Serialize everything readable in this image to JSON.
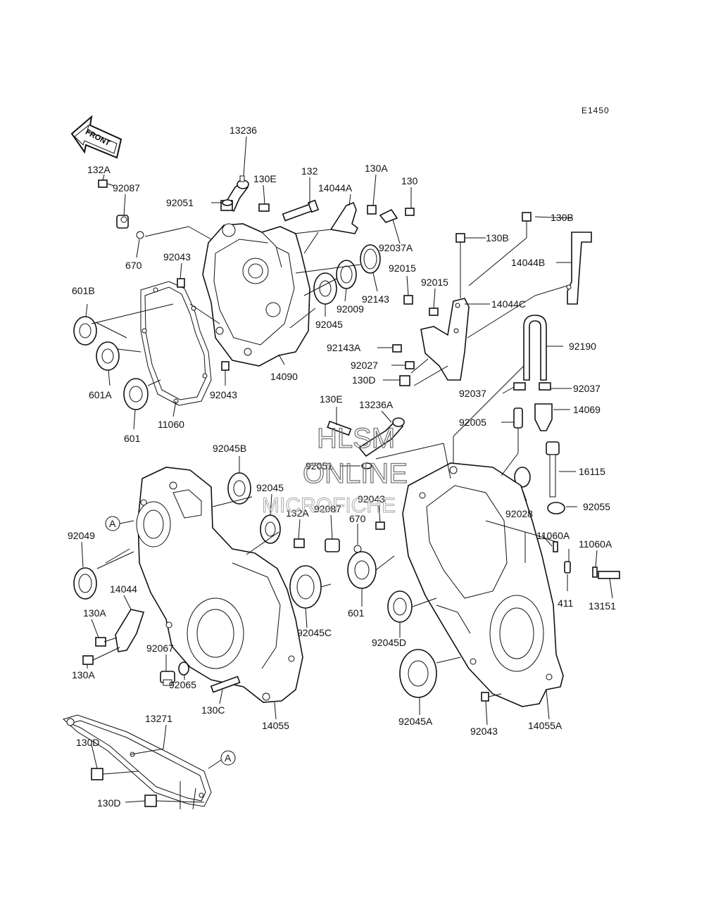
{
  "diagram": {
    "code": "E1450",
    "front": "FRONT",
    "marker": "A",
    "watermark": [
      "HLSM",
      "ONLINE",
      "MICROFICHE"
    ],
    "labels": [
      {
        "id": "13236",
        "text": "13236"
      },
      {
        "id": "132A_top",
        "text": "132A"
      },
      {
        "id": "92087_top",
        "text": "92087"
      },
      {
        "id": "130E_top",
        "text": "130E"
      },
      {
        "id": "132",
        "text": "132"
      },
      {
        "id": "130A_top",
        "text": "130A"
      },
      {
        "id": "130",
        "text": "130"
      },
      {
        "id": "14044A",
        "text": "14044A"
      },
      {
        "id": "92051_top",
        "text": "92051"
      },
      {
        "id": "92037A",
        "text": "92037A"
      },
      {
        "id": "670_top",
        "text": "670"
      },
      {
        "id": "92043_a",
        "text": "92043"
      },
      {
        "id": "92015_a",
        "text": "92015"
      },
      {
        "id": "92015_b",
        "text": "92015"
      },
      {
        "id": "92143",
        "text": "92143"
      },
      {
        "id": "92009",
        "text": "92009"
      },
      {
        "id": "601B",
        "text": "601B"
      },
      {
        "id": "92045_top",
        "text": "92045"
      },
      {
        "id": "601A",
        "text": "601A"
      },
      {
        "id": "14090",
        "text": "14090"
      },
      {
        "id": "92043_b",
        "text": "92043"
      },
      {
        "id": "601_top",
        "text": "601"
      },
      {
        "id": "11060",
        "text": "11060"
      },
      {
        "id": "130B_a",
        "text": "130B"
      },
      {
        "id": "130B_b",
        "text": "130B"
      },
      {
        "id": "14044B",
        "text": "14044B"
      },
      {
        "id": "14044C",
        "text": "14044C"
      },
      {
        "id": "92190",
        "text": "92190"
      },
      {
        "id": "92143A",
        "text": "92143A"
      },
      {
        "id": "92027",
        "text": "92027"
      },
      {
        "id": "130D_mid",
        "text": "130D"
      },
      {
        "id": "92037_a",
        "text": "92037"
      },
      {
        "id": "92037_b",
        "text": "92037"
      },
      {
        "id": "14069",
        "text": "14069"
      },
      {
        "id": "130E_mid",
        "text": "130E"
      },
      {
        "id": "13236A",
        "text": "13236A"
      },
      {
        "id": "92005",
        "text": "92005"
      },
      {
        "id": "92051_mid",
        "text": "92051"
      },
      {
        "id": "16115",
        "text": "16115"
      },
      {
        "id": "92045B",
        "text": "92045B"
      },
      {
        "id": "92045_mid",
        "text": "92045"
      },
      {
        "id": "92043_mid",
        "text": "92043"
      },
      {
        "id": "92028",
        "text": "92028"
      },
      {
        "id": "92055",
        "text": "92055"
      },
      {
        "id": "132A_mid",
        "text": "132A"
      },
      {
        "id": "92087_mid",
        "text": "92087"
      },
      {
        "id": "670_mid",
        "text": "670"
      },
      {
        "id": "92049",
        "text": "92049"
      },
      {
        "id": "11060A_a",
        "text": "11060A"
      },
      {
        "id": "11060A_b",
        "text": "11060A"
      },
      {
        "id": "14044",
        "text": "14044"
      },
      {
        "id": "601_mid",
        "text": "601"
      },
      {
        "id": "411",
        "text": "411"
      },
      {
        "id": "13151",
        "text": "13151"
      },
      {
        "id": "130A_a",
        "text": "130A"
      },
      {
        "id": "92045C",
        "text": "92045C"
      },
      {
        "id": "92045D",
        "text": "92045D"
      },
      {
        "id": "92067",
        "text": "92067"
      },
      {
        "id": "130A_b",
        "text": "130A"
      },
      {
        "id": "92065",
        "text": "92065"
      },
      {
        "id": "130C",
        "text": "130C"
      },
      {
        "id": "14055",
        "text": "14055"
      },
      {
        "id": "92045A",
        "text": "92045A"
      },
      {
        "id": "92043_c",
        "text": "92043"
      },
      {
        "id": "14055A",
        "text": "14055A"
      },
      {
        "id": "13271",
        "text": "13271"
      },
      {
        "id": "130D_a",
        "text": "130D"
      },
      {
        "id": "130D_b",
        "text": "130D"
      }
    ]
  }
}
